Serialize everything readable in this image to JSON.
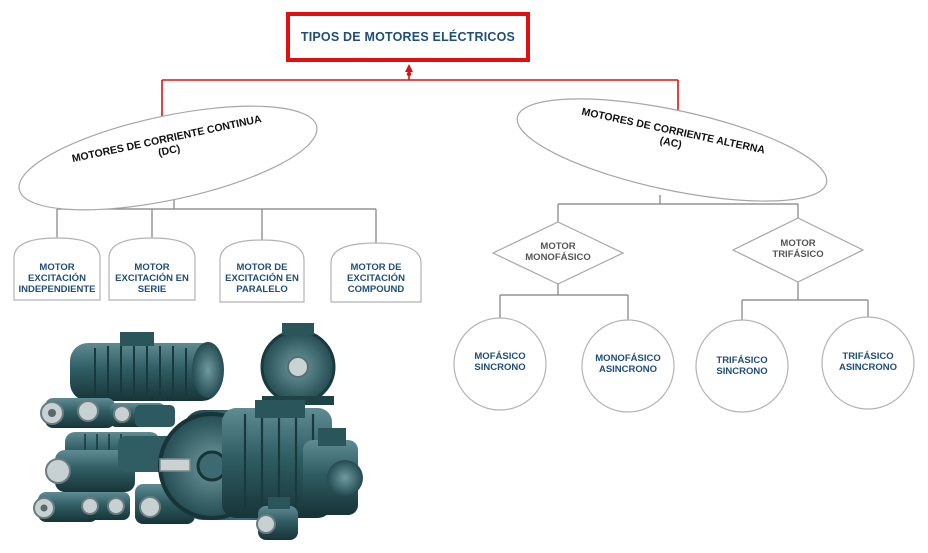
{
  "title": "TIPOS DE MOTORES ELÉCTRICOS",
  "categories": {
    "dc": {
      "line1": "MOTORES DE CORRIENTE CONTINUA",
      "line2": "(DC)"
    },
    "ac": {
      "line1": "MOTORES DE CORRIENTE ALTERNA",
      "line2": "(AC)"
    }
  },
  "dc_types": [
    {
      "line1": "MOTOR",
      "line2": "EXCITACIÓN",
      "line3": "INDEPENDIENTE"
    },
    {
      "line1": "MOTOR",
      "line2": "EXCITACIÓN EN",
      "line3": "SERIE"
    },
    {
      "line1": "MOTOR DE",
      "line2": "EXCITACIÓN EN",
      "line3": "PARALELO"
    },
    {
      "line1": "MOTOR DE",
      "line2": "EXCITACIÓN",
      "line3": "COMPOUND"
    }
  ],
  "ac_groups": [
    {
      "line1": "MOTOR",
      "line2": "MONOFÁSICO"
    },
    {
      "line1": "MOTOR",
      "line2": "TRIFÁSICO"
    }
  ],
  "ac_types": [
    {
      "line1": "MOFÁSICO",
      "line2": "SINCRONO"
    },
    {
      "line1": "MONOFÁSICO",
      "line2": "ASINCRONO"
    },
    {
      "line1": "TRIFÁSICO",
      "line2": "SINCRONO"
    },
    {
      "line1": "TRIFÁSICO",
      "line2": "ASINCRONO"
    }
  ],
  "colors": {
    "accent_red": "#e01010",
    "text_blue": "#1f4e79",
    "line_gray": "#7f7f7f",
    "shape_border": "#a6a6a6",
    "motor_teal": "#2f5d63"
  },
  "image": {
    "subject": "electric-motors-photo"
  }
}
